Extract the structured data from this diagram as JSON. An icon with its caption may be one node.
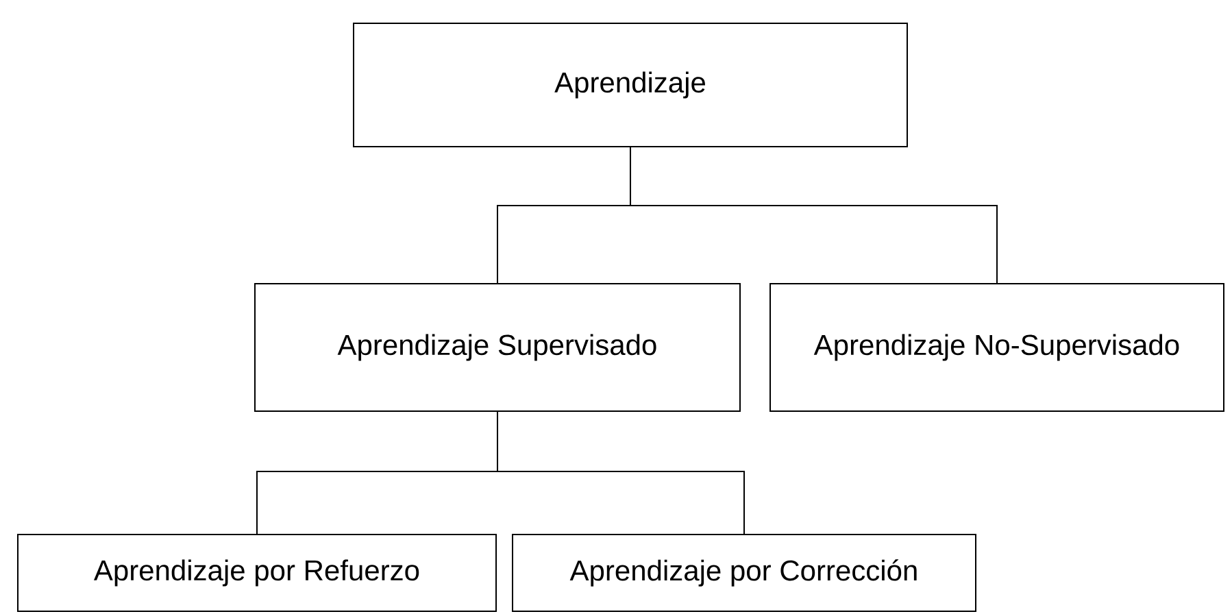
{
  "diagram": {
    "nodes": [
      {
        "text": [
          "Aprendizaje"
        ]
      },
      {
        "text": [
          "Aprendizaje Supervisado"
        ]
      },
      {
        "text": [
          "Aprendizaje No-Supervisado"
        ]
      },
      {
        "text": [
          "Aprendizaje por Refuerzo"
        ]
      },
      {
        "text": [
          "Aprendizaje por Corrección"
        ]
      }
    ],
    "edges": [
      {
        "from": 0,
        "to": 1,
        "arrow": "none"
      },
      {
        "from": 0,
        "to": 2,
        "arrow": "none"
      },
      {
        "from": 1,
        "to": 3,
        "arrow": "none"
      },
      {
        "from": 1,
        "to": 4,
        "arrow": "none"
      }
    ]
  }
}
